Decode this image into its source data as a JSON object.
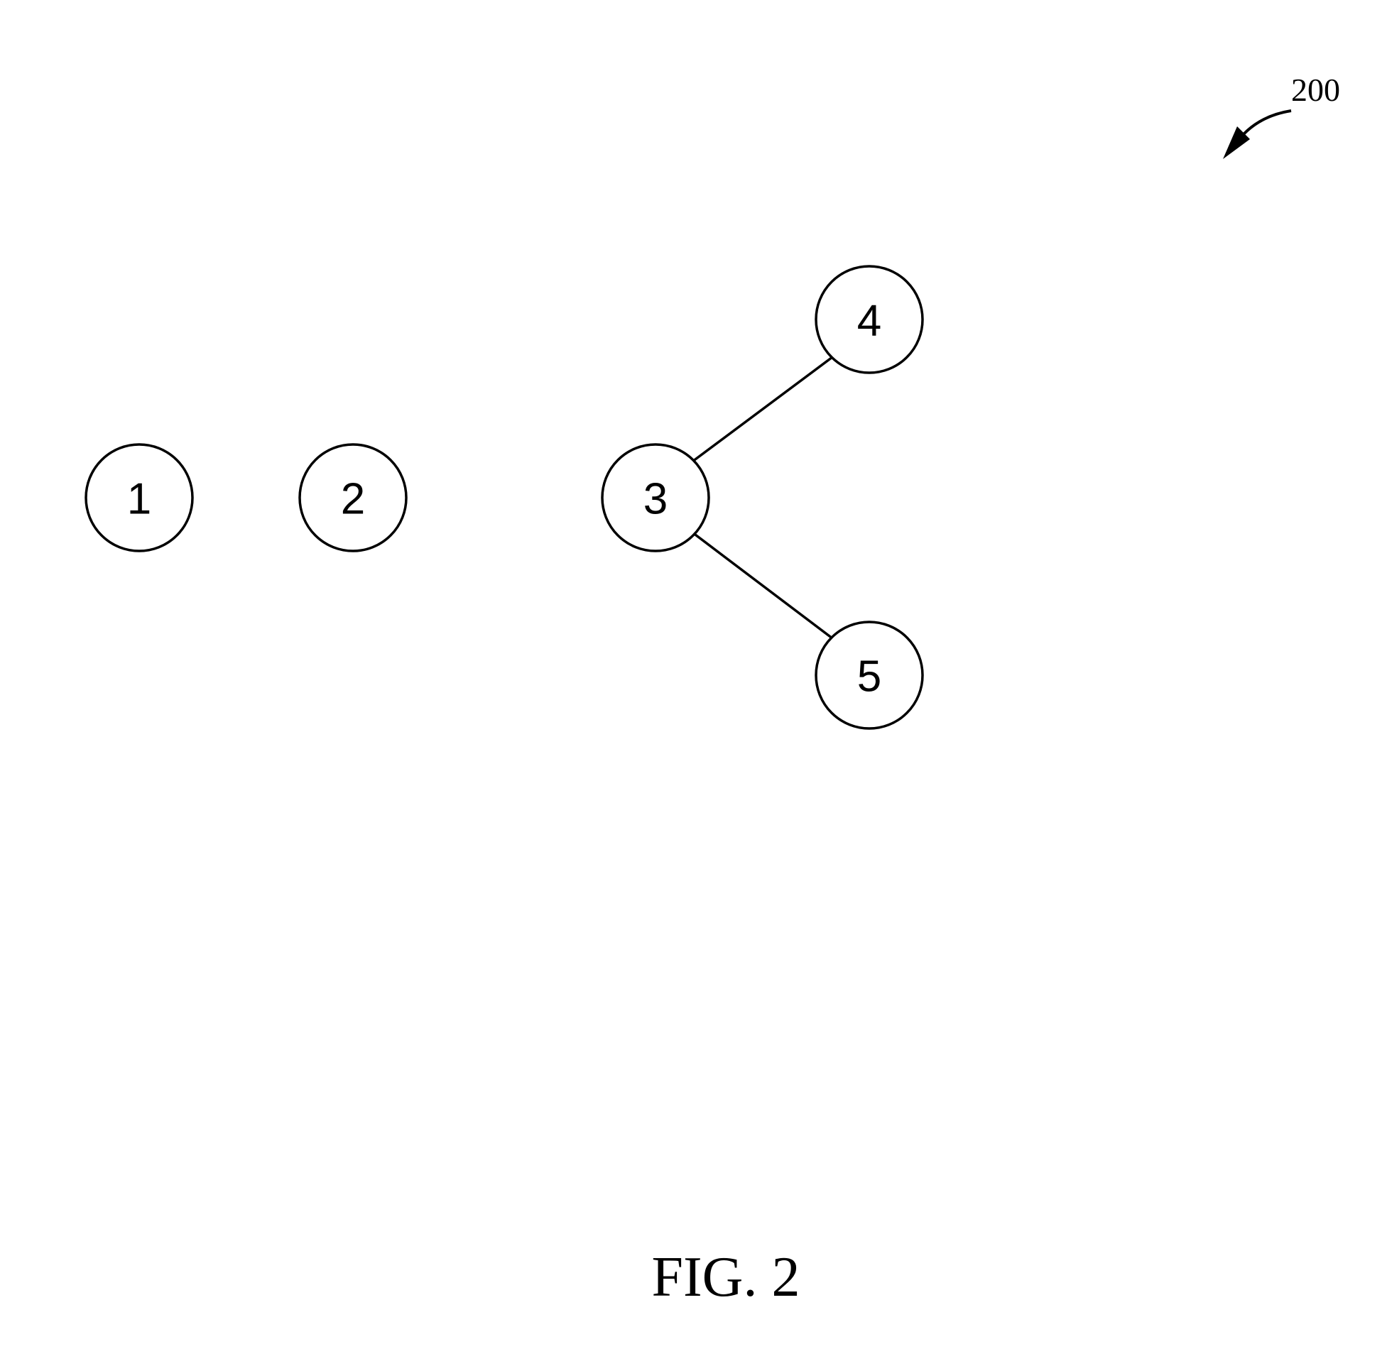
{
  "figure": {
    "reference_number": "200",
    "caption": "FIG. 2"
  },
  "graph": {
    "nodes": [
      {
        "id": "1",
        "label": "1"
      },
      {
        "id": "2",
        "label": "2"
      },
      {
        "id": "3",
        "label": "3"
      },
      {
        "id": "4",
        "label": "4"
      },
      {
        "id": "5",
        "label": "5"
      }
    ],
    "edges": [
      {
        "from": "3",
        "to": "4"
      },
      {
        "from": "3",
        "to": "5"
      }
    ]
  },
  "colors": {
    "ink": "#000000",
    "background": "#ffffff"
  }
}
